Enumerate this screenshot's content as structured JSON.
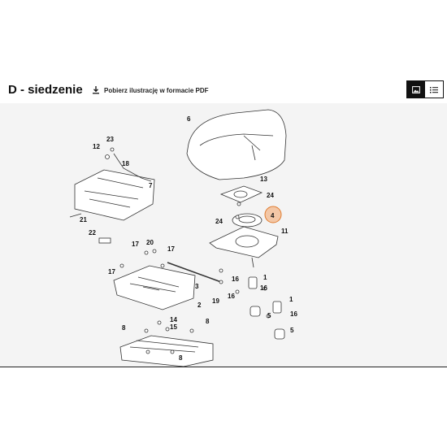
{
  "header": {
    "title": "D - siedzenie",
    "pdf_link_label": "Pobierz ilustrację w formacie PDF"
  },
  "view_toggle": {
    "image_view_icon": "image-icon",
    "list_view_icon": "list-icon",
    "active": "image"
  },
  "diagram": {
    "highlight_color": "#f3a366",
    "callouts": [
      {
        "label": "6"
      },
      {
        "label": "23"
      },
      {
        "label": "12"
      },
      {
        "label": "18"
      },
      {
        "label": "7"
      },
      {
        "label": "21"
      },
      {
        "label": "13"
      },
      {
        "label": "24"
      },
      {
        "label": "4"
      },
      {
        "label": "24"
      },
      {
        "label": "11"
      },
      {
        "label": "22"
      },
      {
        "label": "17"
      },
      {
        "label": "20"
      },
      {
        "label": "17"
      },
      {
        "label": "17"
      },
      {
        "label": "1"
      },
      {
        "label": "16"
      },
      {
        "label": "16"
      },
      {
        "label": "16"
      },
      {
        "label": "3"
      },
      {
        "label": "2"
      },
      {
        "label": "19"
      },
      {
        "label": "1"
      },
      {
        "label": "5"
      },
      {
        "label": "16"
      },
      {
        "label": "5"
      },
      {
        "label": "8"
      },
      {
        "label": "14"
      },
      {
        "label": "15"
      },
      {
        "label": "8"
      },
      {
        "label": "8"
      }
    ]
  }
}
